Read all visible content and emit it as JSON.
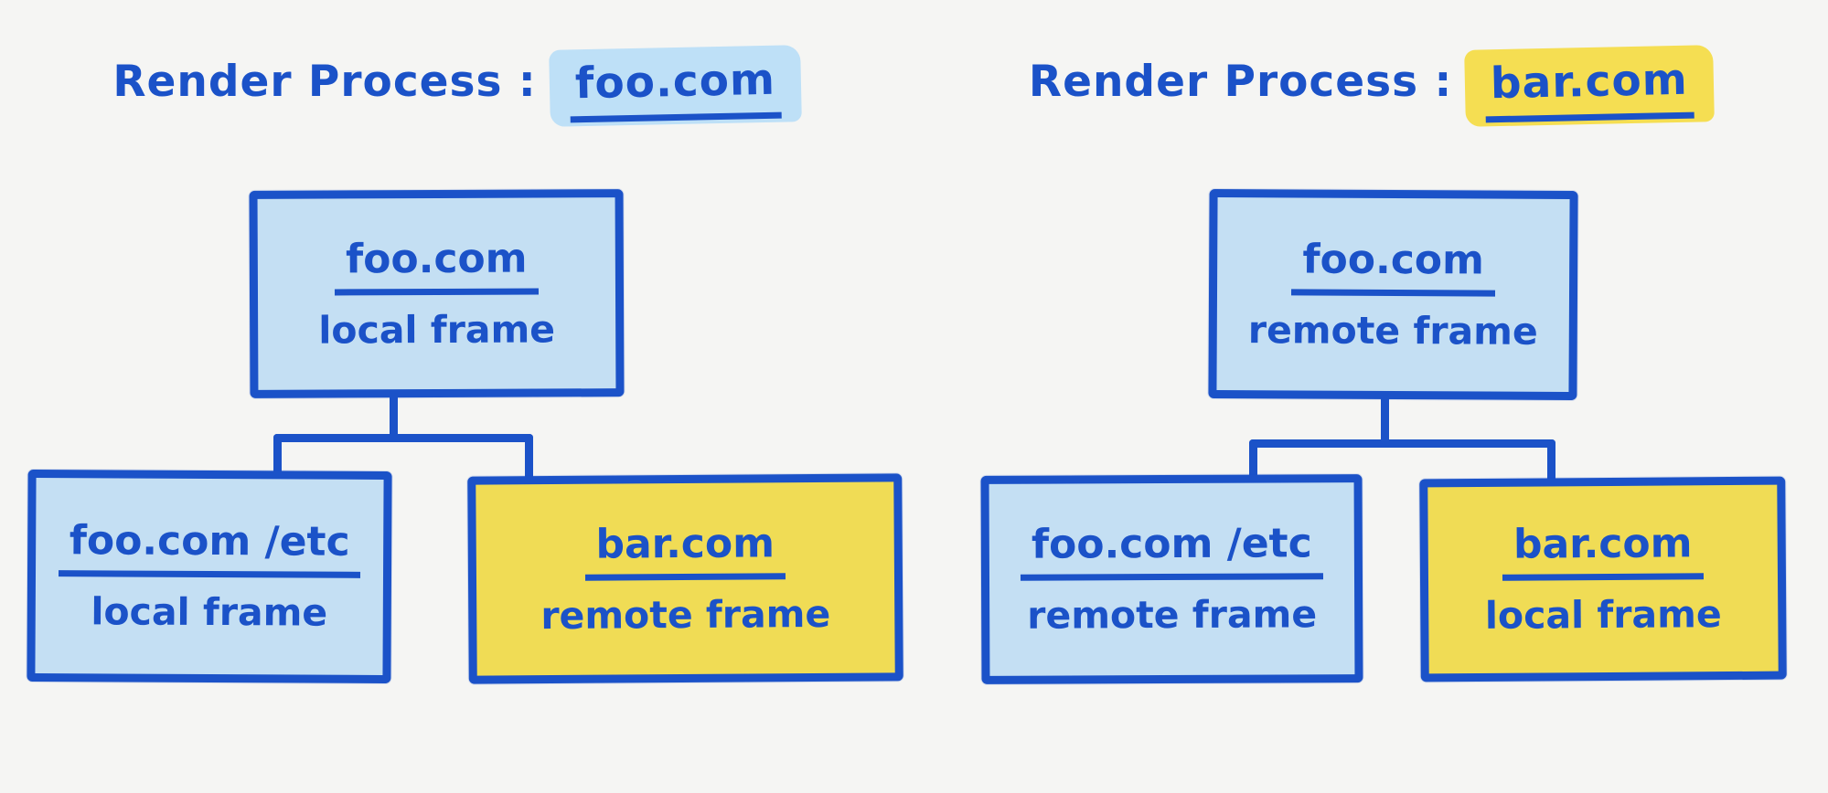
{
  "colors": {
    "background": "#f5f5f3",
    "ink": "#1b52c8",
    "blue_fill": "#c4dff3",
    "yellow_fill": "#f0dc55",
    "blue_highlight": "#bee0f7",
    "yellow_highlight": "#f5de52"
  },
  "panels": [
    {
      "title": {
        "prefix": "Render Process :",
        "process": "foo.com",
        "highlight": "blue"
      },
      "root": {
        "domain": "foo.com",
        "frame_type": "local frame",
        "fill": "blue"
      },
      "children": [
        {
          "domain": "foo.com /etc",
          "frame_type": "local frame",
          "fill": "blue"
        },
        {
          "domain": "bar.com",
          "frame_type": "remote frame",
          "fill": "yellow"
        }
      ]
    },
    {
      "title": {
        "prefix": "Render Process :",
        "process": "bar.com",
        "highlight": "yellow"
      },
      "root": {
        "domain": "foo.com",
        "frame_type": "remote frame",
        "fill": "blue"
      },
      "children": [
        {
          "domain": "foo.com /etc",
          "frame_type": "remote frame",
          "fill": "blue"
        },
        {
          "domain": "bar.com",
          "frame_type": "local frame",
          "fill": "yellow"
        }
      ]
    }
  ]
}
